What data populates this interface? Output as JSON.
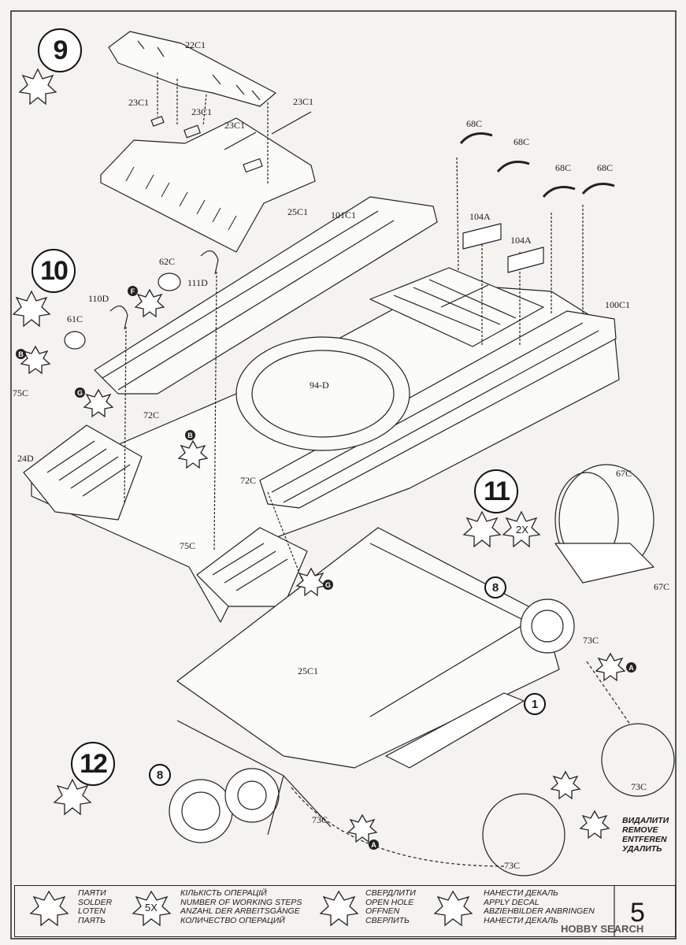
{
  "steps": {
    "s9": "9",
    "s10": "10",
    "s11": "11",
    "s12": "12"
  },
  "sub_steps": {
    "a": "8",
    "b": "8",
    "c": "1"
  },
  "multiplier": "2X",
  "parts": {
    "p22c1": "22C1",
    "p23c1a": "23C1",
    "p23c1b": "23C1",
    "p23c1c": "23C1",
    "p23c1d": "23C1",
    "p25c1a": "25C1",
    "p101c1": "101C1",
    "p68c_a": "68C",
    "p68c_b": "68C",
    "p68c_c": "68C",
    "p68c_d": "68C",
    "p104a_a": "104A",
    "p104a_b": "104A",
    "p100c1": "100C1",
    "p62c": "62C",
    "p111d": "111D",
    "p110d": "110D",
    "p61c": "61C",
    "p75c_a": "75C",
    "p75c_b": "75C",
    "p72c_a": "72C",
    "p72c_b": "72C",
    "p94d": "94-D",
    "p24d": "24D",
    "p67c_a": "67C",
    "p67c_b": "67C",
    "p73c_a": "73C",
    "p73c_b": "73C",
    "p73c_c": "73C",
    "p73c_d": "73C",
    "p25c1b": "25C1"
  },
  "letters": {
    "a1": "A",
    "a2": "A",
    "b1": "B",
    "b2": "B",
    "f1": "F",
    "g1": "G",
    "g2": "G"
  },
  "remove_note": [
    "ВИДАЛИТИ",
    "REMOVE",
    "ENTFEREN",
    "УДАЛИТЬ"
  ],
  "legend": {
    "solder": [
      "ПАЯТИ",
      "SOLDER",
      "LOTEN",
      "ПАЯТЬ"
    ],
    "steps_icon": "5X",
    "steps": [
      "КІЛЬКІСТЬ ОПЕРАЦІЙ",
      "NUMBER OF WORKING STEPS",
      "ANZAHL DER ARBEITSGÄNGE",
      "КОЛИЧЕСТВО ОПЕРАЦИЙ"
    ],
    "drill": [
      "СВЕРДЛИТИ",
      "OPEN HOLE",
      "OFFNEN",
      "СВЕРЛИТЬ"
    ],
    "decal": [
      "НАНЕСТИ ДЕКАЛЬ",
      "APPLY DECAL",
      "ABZIEHBILDER ANBRINGEN",
      "НАНЕСТИ ДЕКАЛЬ"
    ]
  },
  "page_number": "5",
  "watermark": "HOBBY SEARCH"
}
